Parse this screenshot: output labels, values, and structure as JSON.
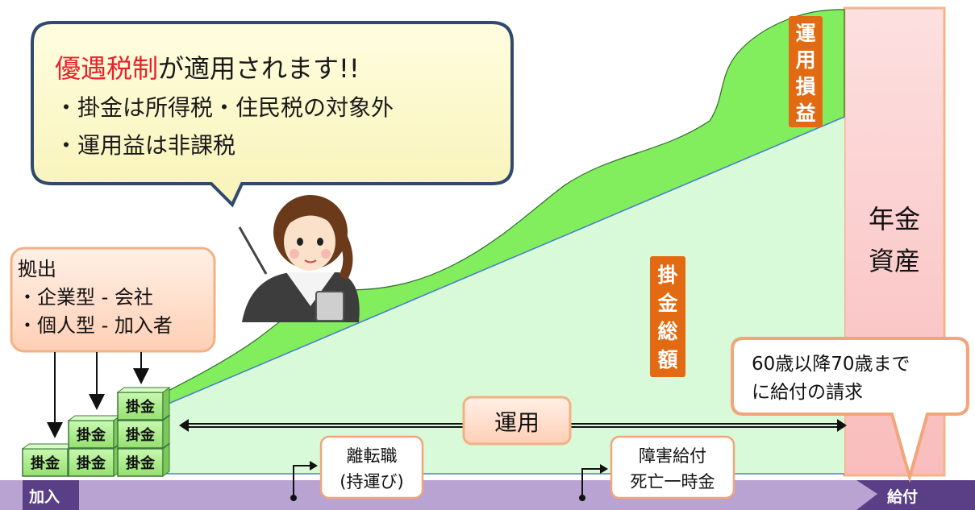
{
  "speech_bubble": {
    "highlight": "優遇税制",
    "title_rest": "が適用されます!!",
    "bullets": [
      "・掛金は所得税・住民税の対象外",
      "・運用益は非課税"
    ]
  },
  "contribution_box": {
    "title": "拠出",
    "lines": [
      "・企業型 - 会社",
      "・個人型 - 加入者"
    ]
  },
  "blocks": {
    "label": "掛金"
  },
  "labels": {
    "investment_gain": [
      "運",
      "用",
      "損",
      "益"
    ],
    "total_contribution": [
      "掛",
      "金",
      "総",
      "額"
    ],
    "pension_assets": [
      "年金",
      "資産"
    ],
    "operation": "運用"
  },
  "events": {
    "job_change": [
      "離転職",
      "(持運び)"
    ],
    "disability": [
      "障害給付",
      "死亡一時金"
    ]
  },
  "claim_callout": [
    "60歳以降70歳まで",
    "に給付の請求"
  ],
  "timeline": {
    "start": "加入",
    "end": "給付"
  },
  "colors": {
    "highlight_red": "#e8212b",
    "bubble_fill": "#fdf9c8",
    "bubble_border": "#2f4a6d",
    "orange_tag": "#e26a12",
    "pink_column": "#fbc6c6",
    "light_green": "#d8fad8",
    "gain_green": "#83ef5f",
    "timeline_purple": "#b59fcf",
    "timeline_dark": "#5b3f86",
    "block_green": "#a8ec86",
    "peach_box": "#ffd7c2"
  }
}
